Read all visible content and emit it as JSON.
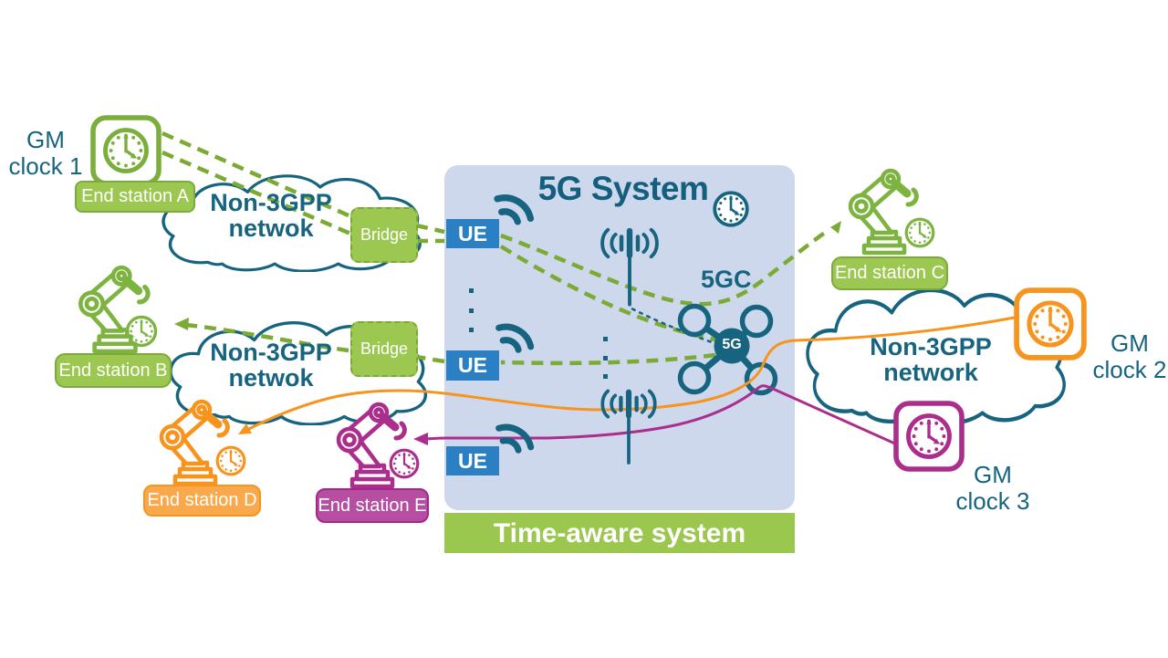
{
  "title": "5G System",
  "core_label": "5GC",
  "node_label": "5G",
  "bar_label": "Time-aware system",
  "ue": {
    "ue1": "UE",
    "ue2": "UE",
    "ue3": "UE"
  },
  "bridges": {
    "bridge1": "Bridge",
    "bridge2": "Bridge"
  },
  "clouds": [
    {
      "line1": "Non-3GPP",
      "line2": "netwok"
    },
    {
      "line1": "Non-3GPP",
      "line2": "netwok"
    },
    {
      "line1": "Non-3GPP",
      "line2": "network"
    }
  ],
  "gm_clocks": [
    {
      "line1": "GM",
      "line2": "clock 1"
    },
    {
      "line1": "GM",
      "line2": "clock 2"
    },
    {
      "line1": "GM",
      "line2": "clock 3"
    }
  ],
  "end_stations": {
    "a": "End station A",
    "b": "End station B",
    "c": "End station C",
    "d": "End station D",
    "e": "End station E"
  },
  "colors": {
    "teal": "#16647f",
    "green_line": "#7cab35",
    "green_fill": "#9cc751",
    "robot_green": "#7db33f",
    "panel_blue": "#cdd8ed",
    "ue_blue": "#2a80c2",
    "orange": "#f7941e",
    "magenta": "#ab2e8c",
    "bar_green": "#9cc74f"
  }
}
